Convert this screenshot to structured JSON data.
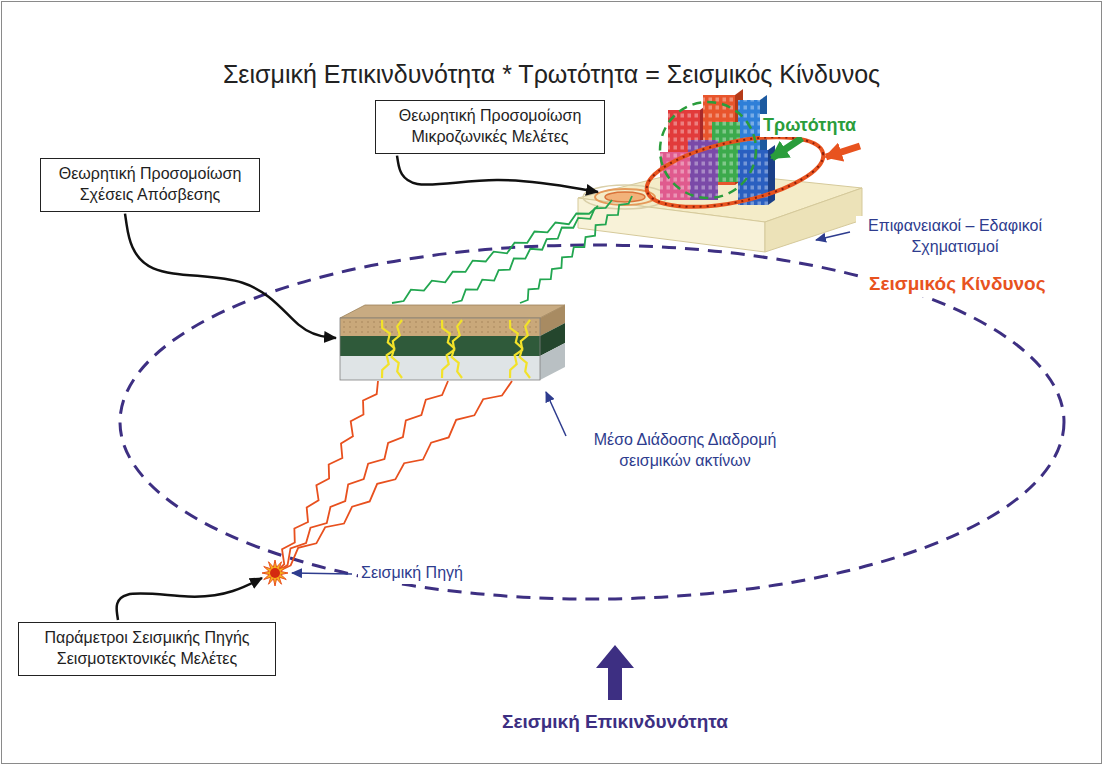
{
  "diagram": {
    "title": "Σεισμική Επικινδυνότητα * Τρωτότητα = Σεισμικός Κίνδυνος",
    "nodes": [
      {
        "text": [
          "Θεωρητική Προσομοίωση Μικροζωνικές Μελέτες"
        ]
      },
      {
        "text": [
          "Θεωρητική Προσομοίωση Σχέσεις Απόσβεσης"
        ]
      },
      {
        "text": [
          "Παράμετροι Σεισμικής Πηγής Σεισμοτεκτονικές Μελέτες"
        ]
      }
    ],
    "labels": [
      "Τρωτότητα",
      "Σεισμικός Κίνδυνος",
      "Επιφανειακοί – Εδαφικοί Σχηματισμοί",
      "Μέσο Διάδοσης Διαδρομή σεισμικών ακτίνων",
      "Σεισμική Πηγή",
      "Σεισμική Επικινδυνότητα"
    ]
  }
}
